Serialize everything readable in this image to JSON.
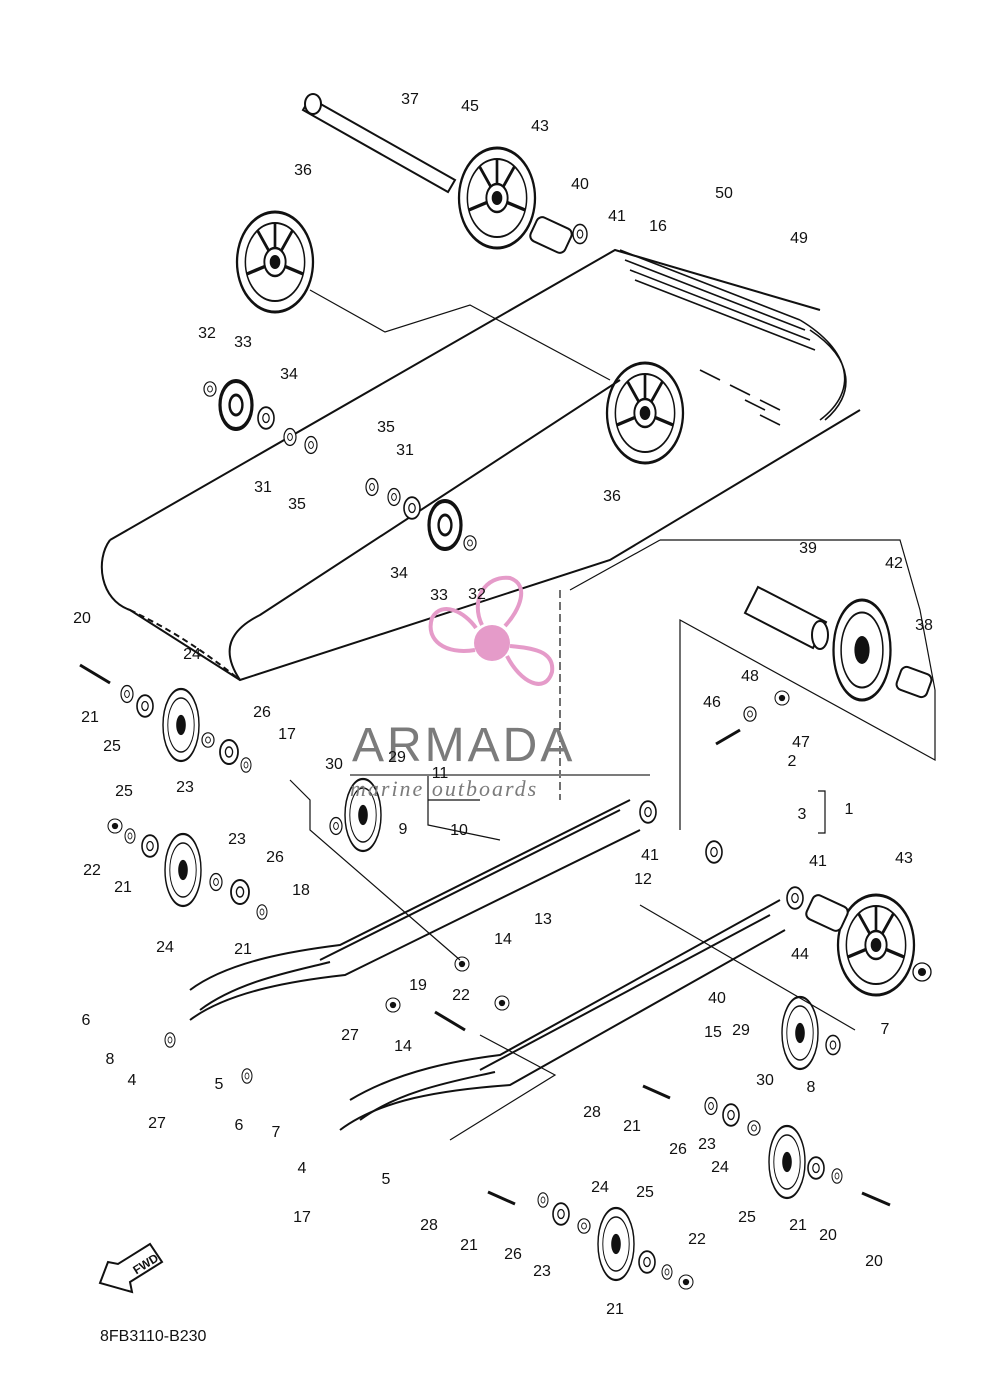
{
  "diagram": {
    "drawing_code": "8FB3110-B230",
    "fwd_label": "FWD",
    "watermark": {
      "brand": "ARMADA",
      "tagline": "marine outboards"
    },
    "callouts": [
      "37",
      "45",
      "43",
      "36",
      "40",
      "41",
      "16",
      "50",
      "49",
      "32",
      "33",
      "34",
      "31",
      "35",
      "35",
      "31",
      "34",
      "33",
      "32",
      "36",
      "39",
      "42",
      "38",
      "20",
      "24",
      "21",
      "25",
      "23",
      "26",
      "17",
      "30",
      "29",
      "11",
      "10",
      "9",
      "41",
      "48",
      "46",
      "47",
      "2",
      "3",
      "1",
      "25",
      "22",
      "21",
      "23",
      "26",
      "24",
      "21",
      "18",
      "41",
      "43",
      "12",
      "13",
      "14",
      "40",
      "44",
      "7",
      "6",
      "8",
      "4",
      "5",
      "27",
      "22",
      "19",
      "27",
      "14",
      "15",
      "29",
      "30",
      "8",
      "6",
      "7",
      "4",
      "5",
      "17",
      "28",
      "21",
      "26",
      "23",
      "24",
      "25",
      "21",
      "20",
      "20",
      "28",
      "21",
      "26",
      "23",
      "24",
      "25",
      "21",
      "22"
    ]
  }
}
